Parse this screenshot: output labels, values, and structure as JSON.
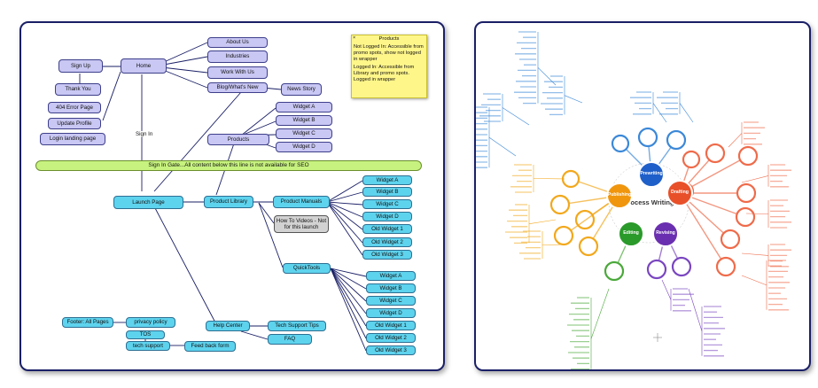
{
  "sitemap": {
    "sticky_close": "×",
    "sticky_title": "Products",
    "sticky_note1": "Not Logged In: Accessible from promo spots, show not logged in wrapper",
    "sticky_note2": "Logged In: Accessible from Library and promo spots. Logged in wrapper",
    "sign_up": "Sign Up",
    "thank_you": "Thank You",
    "home": "Home",
    "about_us": "About Us",
    "industries": "Industries",
    "work_with_us": "Work With Us",
    "blog": "Blog/What's New",
    "news_story": "News Story",
    "error_page": "404 Error Page",
    "update_profile": "Update Profile",
    "login_landing": "Login landing page",
    "sign_in": "Sign In",
    "products": "Products",
    "widgets_top": [
      "Widget A",
      "Widget B",
      "Widget C",
      "Widget D"
    ],
    "sign_in_gate": "Sign In Gate...All content below this line is not available for SEO",
    "launch_page": "Launch Page",
    "product_library": "Product Library",
    "product_manuals": "Product Manuals",
    "how_to_videos": "How To Videos - Not for this launch",
    "quick_tools": "QuickTools",
    "manual_widgets": [
      "Widget A",
      "Widget B",
      "Widget C",
      "Widget D",
      "Old Widget 1",
      "Old Widget 2",
      "Old Widget 3"
    ],
    "tool_widgets": [
      "Widget A",
      "Widget B",
      "Widget C",
      "Widget D",
      "Old Widget 1",
      "Old Widget 2",
      "Old Widget 3"
    ],
    "footer": "Footer: All Pages",
    "privacy_policy": "privacy policy",
    "tos": "TOS",
    "tech_support": "tech support",
    "feedback_form": "Feed back form",
    "help_center": "Help Center",
    "tech_support_tips": "Tech Support Tips",
    "faq": "FAQ"
  },
  "mindmap": {
    "center": "Process Writing",
    "hubs": [
      {
        "label": "Prewriting",
        "color": "#1f5fc9"
      },
      {
        "label": "Drafting",
        "color": "#e8502a"
      },
      {
        "label": "Revising",
        "color": "#6a2fb0"
      },
      {
        "label": "Editing",
        "color": "#2a9a2a"
      },
      {
        "label": "Publishing",
        "color": "#f0960e"
      }
    ],
    "colors": {
      "blue": "#3b88d8",
      "orange": "#ef6b4a",
      "purple": "#7a46c0",
      "green": "#4aa83a",
      "yellow": "#f2a81c"
    }
  }
}
